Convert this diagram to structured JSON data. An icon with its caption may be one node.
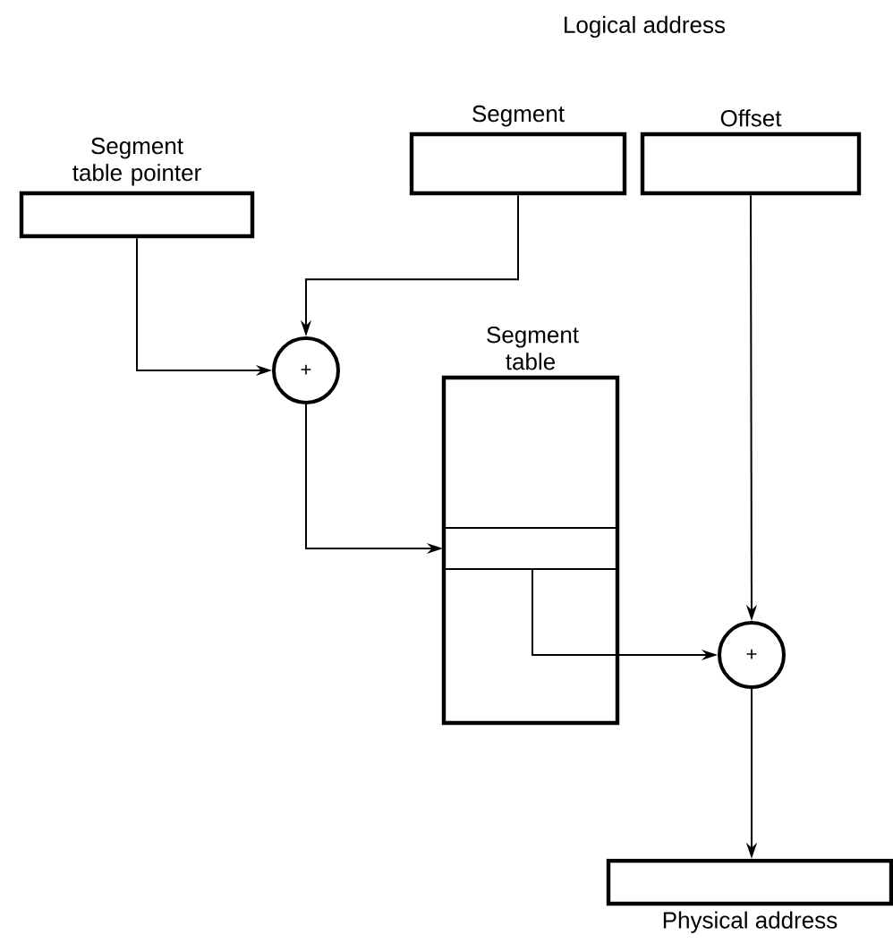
{
  "diagram": {
    "nodes": [
      {
        "text": [
          "Segment table pointer"
        ]
      },
      {
        "text": [
          "Segment"
        ]
      },
      {
        "text": [
          "Offset"
        ]
      },
      {
        "text": [
          "+"
        ]
      },
      {
        "text": [
          "Segment table"
        ]
      },
      {
        "text": [],
        "shape": "box",
        "in": 4
      },
      {
        "text": [
          "+"
        ]
      },
      {
        "text": [
          "Physical address"
        ]
      }
    ],
    "edges": [
      {
        "from": 0,
        "to": 3,
        "arrow": "to"
      },
      {
        "from": 1,
        "to": 3,
        "arrow": "to"
      },
      {
        "from": 3,
        "to": 5,
        "arrow": "to"
      },
      {
        "from": 5,
        "to": 6,
        "arrow": "to"
      },
      {
        "from": 2,
        "to": 6,
        "arrow": "to"
      },
      {
        "from": 6,
        "to": 7,
        "arrow": "to"
      }
    ],
    "labels": [
      "Logical address"
    ]
  }
}
